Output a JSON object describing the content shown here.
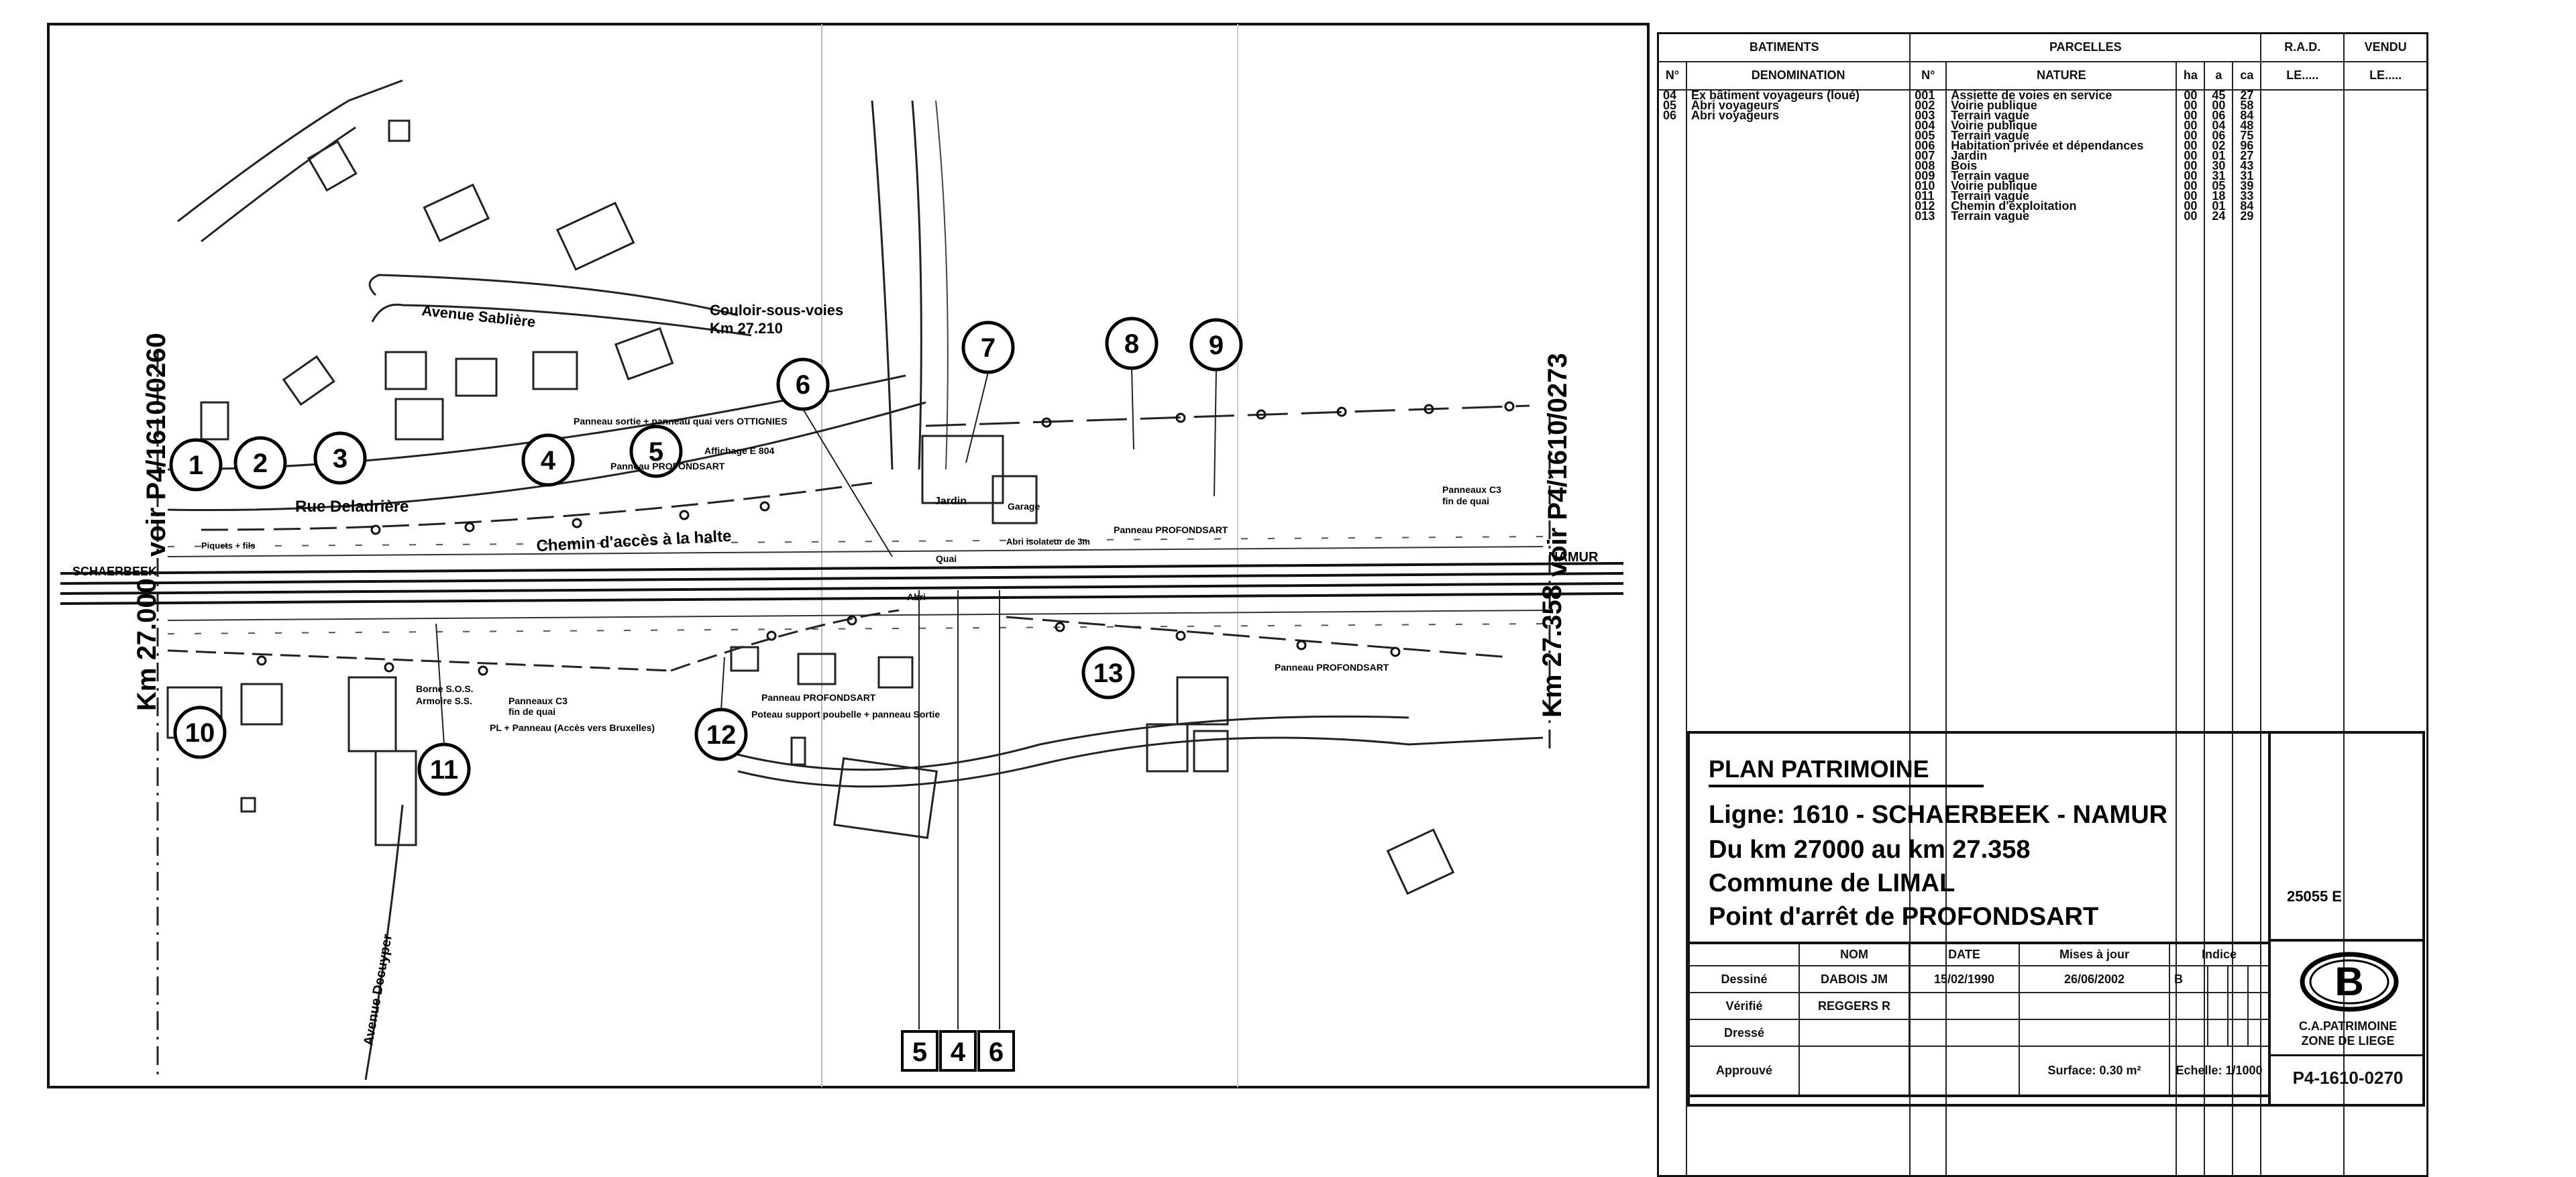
{
  "plan": {
    "labels": {
      "avenue_sabliere": "Avenue Sablière",
      "couloir": "Couloir-sous-voies",
      "couloir_km": "Km 27.210",
      "rue_deladriere": "Rue Deladrière",
      "chemin_acces": "Chemin d'accès à la halte",
      "avenue_decuyper": "Avenue Decuyper",
      "schaerbeek": "SCHAERBEEK",
      "namur": "NAMUR",
      "voir_left": "voir P4/1610/0260",
      "voir_right": "voir P4/1610/0273",
      "km_left": "Km 27.000",
      "km_right": "Km 27.358",
      "jardin": "Jardin",
      "garage": "Garage",
      "quai": "Quai",
      "abri": "Abri",
      "panneau_sortie": "Panneau sortie + panneau quai vers OTTIGNIES",
      "panneau_profondsart_1": "Panneau PROFONDSART",
      "affichage": "Affichage E 804",
      "panneau_c3_right": "Panneaux C3",
      "fin_quai_right": "fin de quai",
      "abri_isolateur": "Abri isolateur de 3m",
      "panneau_profondsart_2": "Panneau PROFONDSART",
      "panneau_profondsart_3": "Panneau PROFONDSART",
      "panneau_profondsart_4": "Panneau PROFONDSART",
      "poteau": "Poteau support poubelle + panneau Sortie",
      "borne_sos": "Borne S.O.S.",
      "armoire": "Armoire S.S.",
      "panneau_c3_left": "Panneaux C3",
      "fin_quai_left": "fin de quai",
      "pl_panneau": "PL + Panneau (Accès vers Bruxelles)",
      "piquets": "Piquets + fils"
    },
    "circles": [
      "1",
      "2",
      "3",
      "4",
      "5",
      "6",
      "7",
      "8",
      "9",
      "10",
      "11",
      "12",
      "13"
    ],
    "boxes": [
      "5",
      "4",
      "6"
    ]
  },
  "table": {
    "batiments": "BATIMENTS",
    "parcelles": "PARCELLES",
    "rad": "R.A.D.",
    "vendu": "VENDU",
    "no": "N°",
    "denomination": "DENOMINATION",
    "no2": "N°",
    "nature": "NATURE",
    "ha": "ha",
    "a": "a",
    "ca": "ca",
    "le1": "LE.....",
    "le2": "LE.....",
    "batiments_rows": [
      {
        "n": "04",
        "d": "Ex bâtiment voyageurs (loué)"
      },
      {
        "n": "05",
        "d": "Abri voyageurs"
      },
      {
        "n": "06",
        "d": "Abri voyageurs"
      }
    ],
    "parcelles_rows": [
      {
        "n": "001",
        "nature": "Assiette de voies en service",
        "ha": "00",
        "a": "45",
        "ca": "27"
      },
      {
        "n": "002",
        "nature": "Voirie publique",
        "ha": "00",
        "a": "00",
        "ca": "58"
      },
      {
        "n": "003",
        "nature": "Terrain vague",
        "ha": "00",
        "a": "06",
        "ca": "84"
      },
      {
        "n": "004",
        "nature": "Voirie publique",
        "ha": "00",
        "a": "04",
        "ca": "48"
      },
      {
        "n": "005",
        "nature": "Terrain vague",
        "ha": "00",
        "a": "06",
        "ca": "75"
      },
      {
        "n": "006",
        "nature": "Habitation privée et dépendances",
        "ha": "00",
        "a": "02",
        "ca": "96"
      },
      {
        "n": "007",
        "nature": "Jardin",
        "ha": "00",
        "a": "01",
        "ca": "27"
      },
      {
        "n": "008",
        "nature": "Bois",
        "ha": "00",
        "a": "30",
        "ca": "43"
      },
      {
        "n": "009",
        "nature": "Terrain vague",
        "ha": "00",
        "a": "31",
        "ca": "31"
      },
      {
        "n": "010",
        "nature": "Voirie publique",
        "ha": "00",
        "a": "05",
        "ca": "39"
      },
      {
        "n": "011",
        "nature": "Terrain vague",
        "ha": "00",
        "a": "18",
        "ca": "33"
      },
      {
        "n": "012",
        "nature": "Chemin d'exploitation",
        "ha": "00",
        "a": "01",
        "ca": "84"
      },
      {
        "n": "013",
        "nature": "Terrain vague",
        "ha": "00",
        "a": "24",
        "ca": "29"
      }
    ]
  },
  "cartouche": {
    "title": "PLAN PATRIMOINE",
    "ligne": "Ligne: 1610 - SCHAERBEEK - NAMUR",
    "du_km": "Du km 27000 au km 27.358",
    "commune": "Commune de LIMAL",
    "point": "Point d'arrêt de PROFONDSART",
    "code": "25055 E",
    "col_nom": "NOM",
    "col_date": "DATE",
    "col_mises": "Mises à jour",
    "col_indice": "Indice",
    "r_dessine": "Dessiné",
    "r_verifie": "Vérifié",
    "r_dresse": "Dressé",
    "r_approuve": "Approuvé",
    "dessine_nom": "DABOIS JM",
    "dessine_date": "15/02/1990",
    "dessine_mise": "26/06/2002",
    "indice_b": "B",
    "verifie_nom": "REGGERS R",
    "surface": "Surface: 0.30 m²",
    "echelle": "Echelle: 1/1000",
    "logo_letter": "B",
    "ca_patrimoine": "C.A.PATRIMOINE",
    "zone": "ZONE DE LIEGE",
    "plan_no": "P4-1610-0270"
  }
}
